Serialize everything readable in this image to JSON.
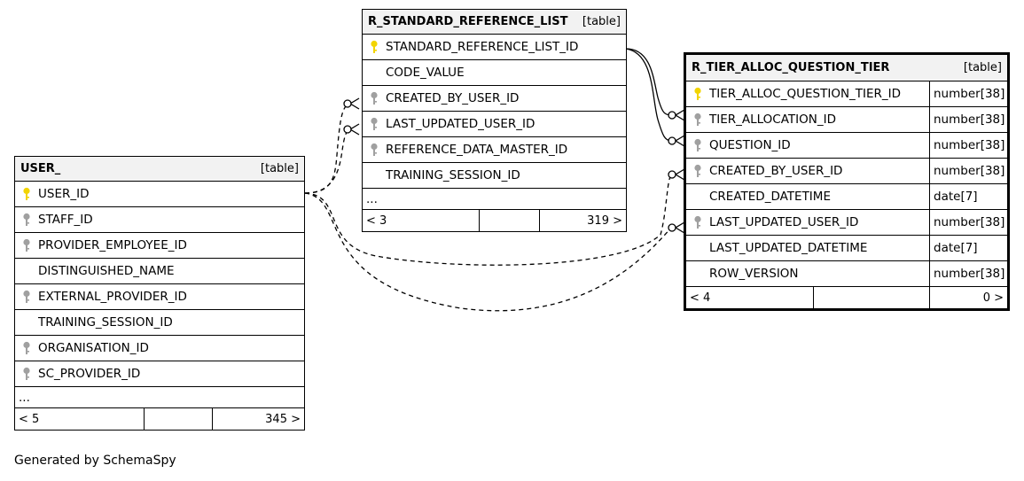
{
  "footer_text": "Generated by SchemaSpy",
  "tables": {
    "user": {
      "name": "USER_",
      "kind": "[table]",
      "columns": [
        {
          "name": "USER_ID",
          "key": "primary"
        },
        {
          "name": "STAFF_ID",
          "key": "foreign"
        },
        {
          "name": "PROVIDER_EMPLOYEE_ID",
          "key": "foreign"
        },
        {
          "name": "DISTINGUISHED_NAME",
          "key": "none"
        },
        {
          "name": "EXTERNAL_PROVIDER_ID",
          "key": "foreign"
        },
        {
          "name": "TRAINING_SESSION_ID",
          "key": "none"
        },
        {
          "name": "ORGANISATION_ID",
          "key": "foreign"
        },
        {
          "name": "SC_PROVIDER_ID",
          "key": "foreign"
        }
      ],
      "ellipsis": "...",
      "footer": {
        "parents": "< 5",
        "middle": "",
        "children": "345 >"
      }
    },
    "ref": {
      "name": "R_STANDARD_REFERENCE_LIST",
      "kind": "[table]",
      "columns": [
        {
          "name": "STANDARD_REFERENCE_LIST_ID",
          "key": "primary"
        },
        {
          "name": "CODE_VALUE",
          "key": "none"
        },
        {
          "name": "CREATED_BY_USER_ID",
          "key": "foreign"
        },
        {
          "name": "LAST_UPDATED_USER_ID",
          "key": "foreign"
        },
        {
          "name": "REFERENCE_DATA_MASTER_ID",
          "key": "foreign"
        },
        {
          "name": "TRAINING_SESSION_ID",
          "key": "none"
        }
      ],
      "ellipsis": "...",
      "footer": {
        "parents": "< 3",
        "middle": "",
        "children": "319 >"
      }
    },
    "tier": {
      "name": "R_TIER_ALLOC_QUESTION_TIER",
      "kind": "[table]",
      "columns": [
        {
          "name": "TIER_ALLOC_QUESTION_TIER_ID",
          "type": "number[38]",
          "key": "primary"
        },
        {
          "name": "TIER_ALLOCATION_ID",
          "type": "number[38]",
          "key": "foreign"
        },
        {
          "name": "QUESTION_ID",
          "type": "number[38]",
          "key": "foreign"
        },
        {
          "name": "CREATED_BY_USER_ID",
          "type": "number[38]",
          "key": "foreign"
        },
        {
          "name": "CREATED_DATETIME",
          "type": "date[7]",
          "key": "none"
        },
        {
          "name": "LAST_UPDATED_USER_ID",
          "type": "number[38]",
          "key": "foreign"
        },
        {
          "name": "LAST_UPDATED_DATETIME",
          "type": "date[7]",
          "key": "none"
        },
        {
          "name": "ROW_VERSION",
          "type": "number[38]",
          "key": "none"
        }
      ],
      "footer": {
        "parents": "< 4",
        "middle": "",
        "children": "0 >"
      }
    }
  },
  "colors": {
    "primary_key": "#f2d400",
    "foreign_key": "#a0a0a0",
    "header_bg": "#f2f2f2"
  }
}
